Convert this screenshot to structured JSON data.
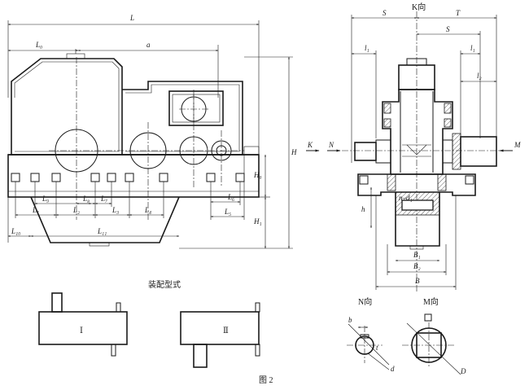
{
  "front_view": {
    "dims": {
      "L": "L",
      "L0": "L₀",
      "a": "a",
      "H": "H",
      "H0": "H₀",
      "H1": "H₁",
      "L1": "L₁",
      "L2": "L₂",
      "L3": "L₃",
      "L4": "L₄",
      "L5": "L₅",
      "L6": "L₆",
      "L7": "L₇",
      "L8": "L₈",
      "L9": "L₉",
      "L10": "L₁₀",
      "L11": "L₁₁"
    }
  },
  "side_view": {
    "k_direction": "K向",
    "dims": {
      "S_left": "S",
      "T": "T",
      "S_right": "S",
      "l1_left": "l₁",
      "l1_right": "l₁",
      "l2": "l₂",
      "K": "K",
      "N": "N",
      "M": "M",
      "h": "h",
      "nd1": "n–d₁",
      "B1": "B₁",
      "B2": "B₂",
      "B": "B"
    }
  },
  "assembly": {
    "title": "装配型式",
    "type1": "Ⅰ",
    "type2": "Ⅱ"
  },
  "shaft_views": {
    "n_view": "N向",
    "m_view": "M向",
    "b": "b",
    "t": "t",
    "d": "d",
    "D": "D"
  },
  "figure_label": "图 2"
}
